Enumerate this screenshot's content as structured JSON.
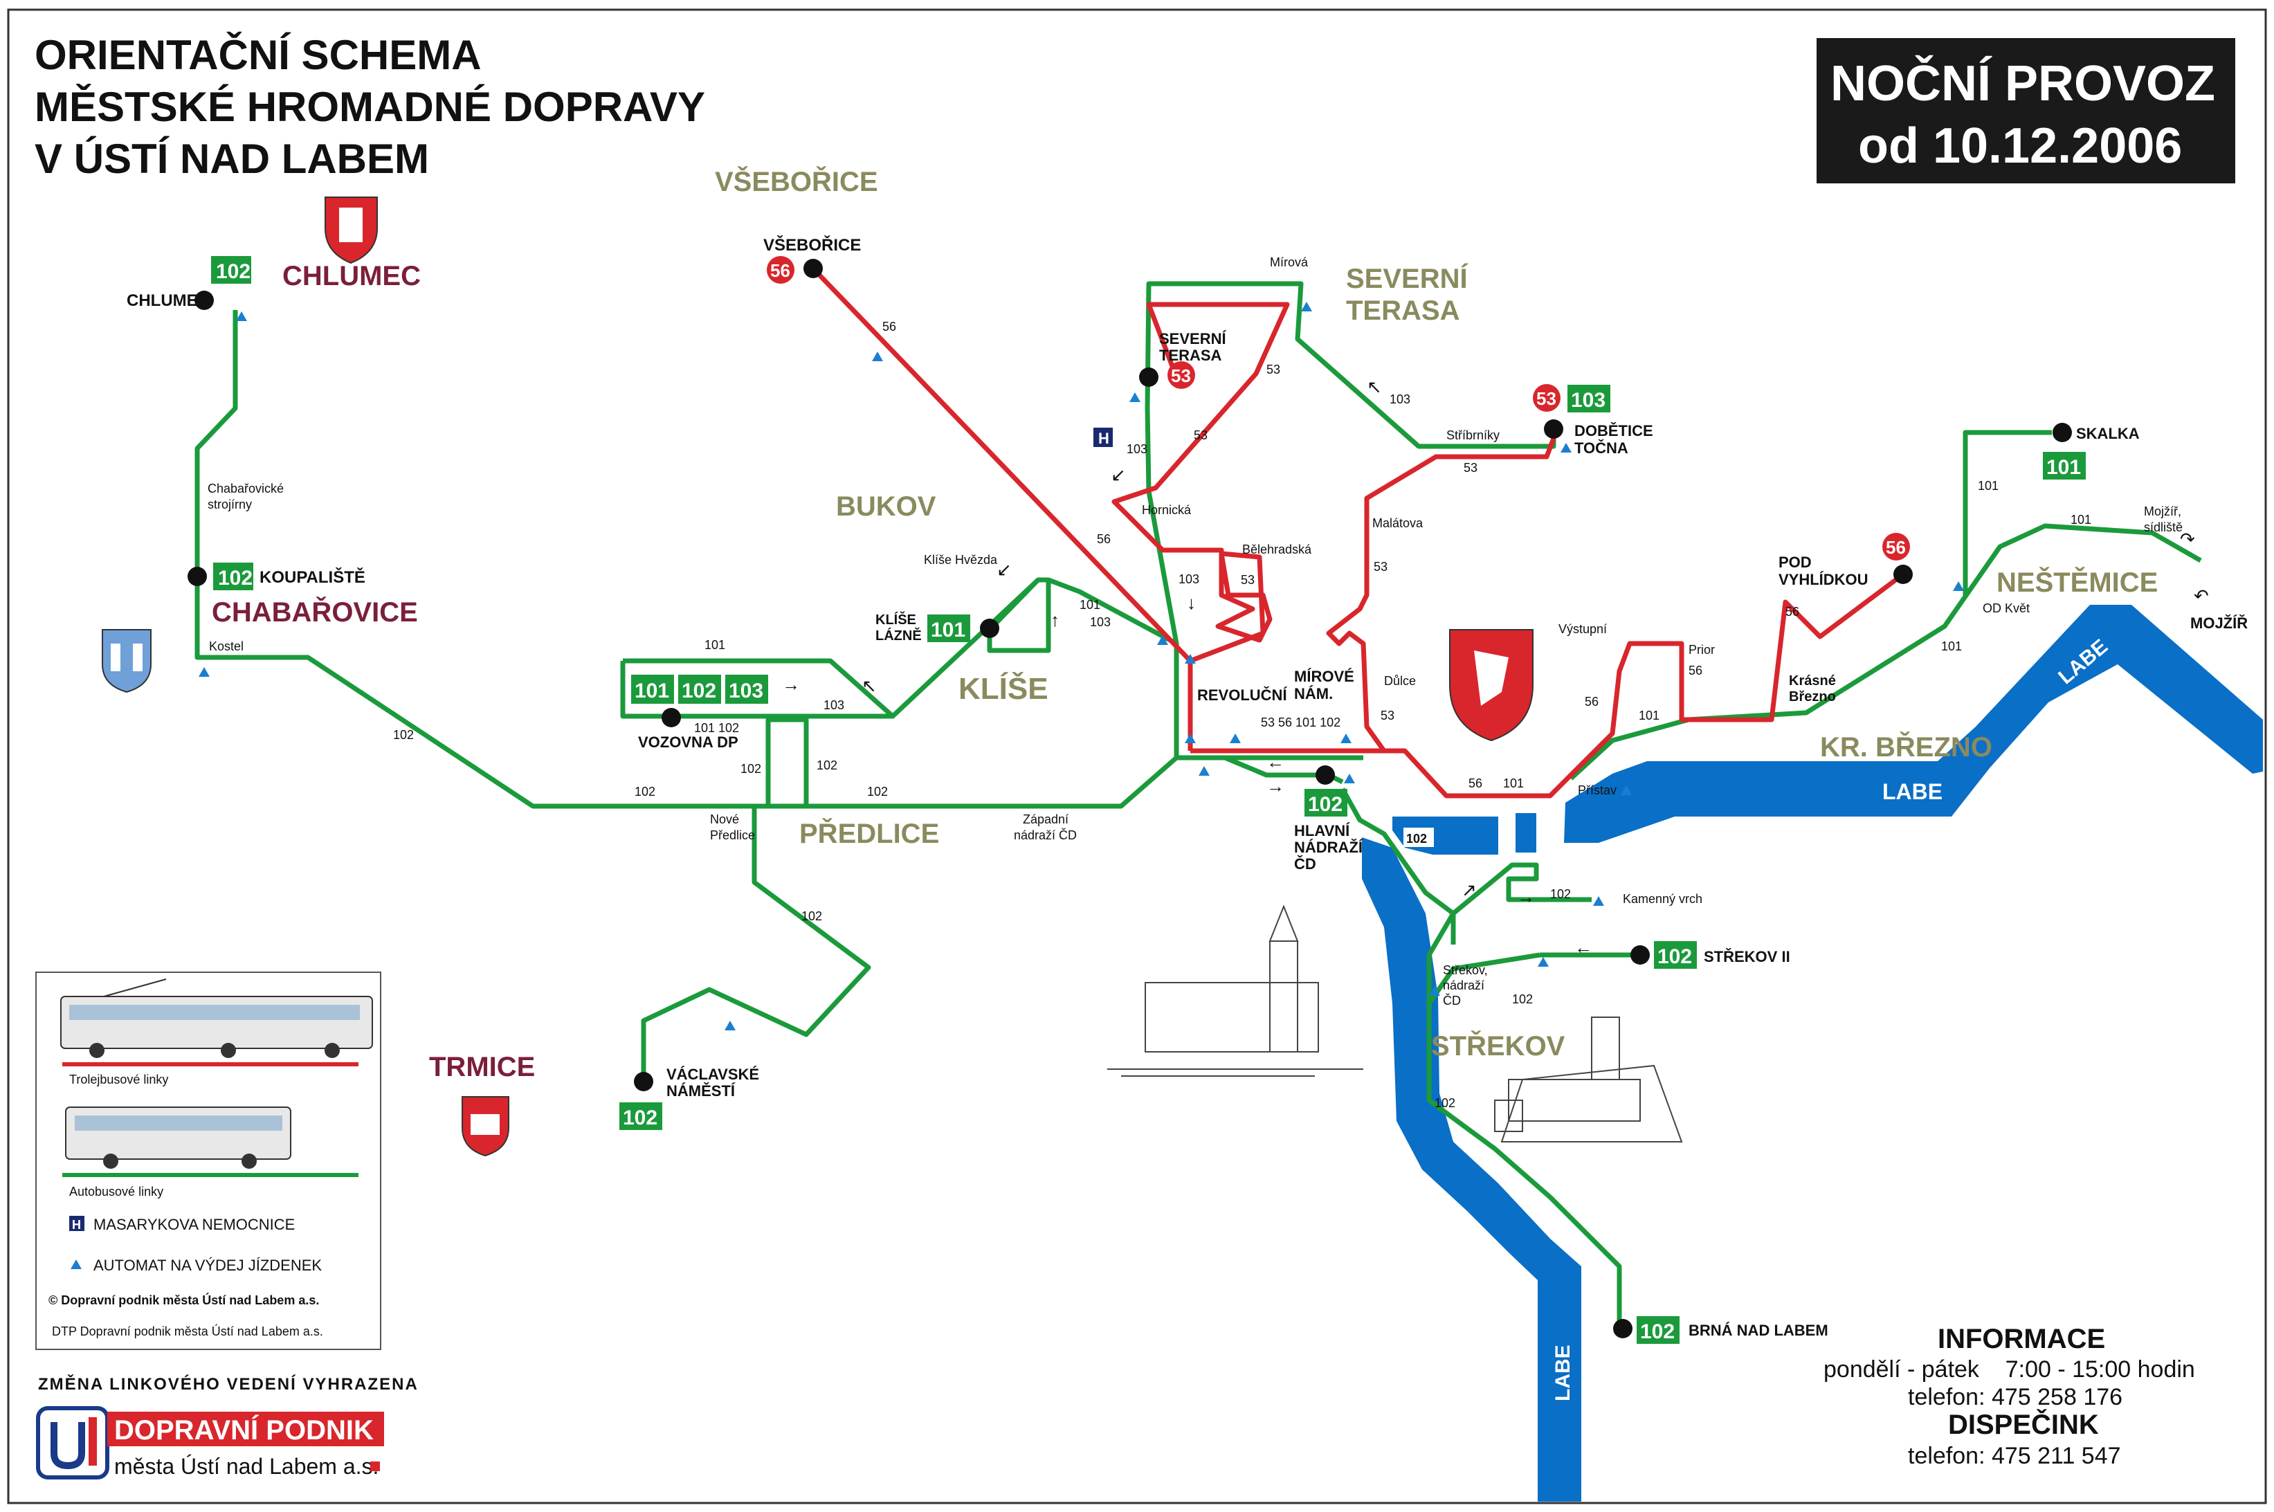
{
  "header": {
    "title_lines": [
      "ORIENTAČNÍ SCHEMA",
      "MĚSTSKÉ HROMADNÉ DOPRAVY",
      "V ÚSTÍ NAD LABEM"
    ],
    "night_box_lines": [
      "NOČNÍ PROVOZ",
      "od 10.12.2006"
    ]
  },
  "districts": {
    "vseborice": "VŠEBOŘICE",
    "severni_terasa_1": "SEVERNÍ",
    "severni_terasa_2": "TERASA",
    "bukov": "BUKOV",
    "klise": "KLÍŠE",
    "predlice": "PŘEDLICE",
    "kr_brezno": "KR. BŘEZNO",
    "nestemice": "NEŠTĚMICE",
    "strekov": "STŘEKOV"
  },
  "towns": {
    "chlumec": "CHLUMEC",
    "chabarovice": "CHABAŘOVICE",
    "trmice": "TRMICE"
  },
  "stops": {
    "chlumec": "CHLUMEC",
    "koupaliste": "KOUPALIŠTĚ",
    "vseborice": "VŠEBOŘICE",
    "severni_terasa_1": "SEVERNÍ",
    "severni_terasa_2": "TERASA",
    "dobetice_1": "DOBĚTICE",
    "dobetice_2": "TOČNA",
    "skalka": "SKALKA",
    "pod_vyhlidkou_1": "POD",
    "pod_vyhlidkou_2": "VYHLÍDKOU",
    "klise_lazne_1": "KLÍŠE",
    "klise_lazne_2": "LÁZNĚ",
    "vozovna": "VOZOVNA DP",
    "revolucni": "REVOLUČNÍ",
    "mirove_1": "MÍROVÉ",
    "mirove_2": "NÁM.",
    "hlavni_1": "HLAVNÍ",
    "hlavni_2": "NÁDRAŽÍ",
    "hlavni_3": "ČD",
    "vaclavske_1": "VÁCLAVSKÉ",
    "vaclavske_2": "NÁMĚSTÍ",
    "strekov_ii": "STŘEKOV II",
    "brna": "BRNÁ NAD LABEM",
    "mojzir": "MOJŽÍŘ"
  },
  "minor_labels": {
    "chabarovicke_1": "Chabařovické",
    "chabarovicke_2": "strojírny",
    "kostel": "Kostel",
    "mirova": "Mírová",
    "stribrniky": "Stříbrníky",
    "malatova": "Malátova",
    "hornicka": "Hornická",
    "belehradska": "Bělehradská",
    "klise_hvezda": "Klíše Hvězda",
    "nove_predlice_1": "Nové",
    "nove_predlice_2": "Předlice",
    "zapadni_1": "Západní",
    "zapadni_2": "nádraží ČD",
    "dulce": "Důlce",
    "vystupni": "Výstupní",
    "prior": "Prior",
    "krasne_1": "Krásné",
    "krasne_2": "Březno",
    "pristav": "Přístav",
    "od_kvet": "OD Květ",
    "mojzir_sidl_1": "Mojžíř,",
    "mojzir_sidl_2": "sídliště",
    "kamenny_vrch": "Kamenný vrch",
    "strekov_nadr_1": "Střekov,",
    "strekov_nadr_2": "nádraží",
    "strekov_nadr_3": "ČD"
  },
  "line_numbers": {
    "l56": "56",
    "l53": "53",
    "l101": "101",
    "l102": "102",
    "l103": "103",
    "combo_main": "53  56  101  102",
    "combo_vozovna": "101 102"
  },
  "rivers": {
    "labe": "LABE"
  },
  "legend": {
    "trolleybus": "Trolejbusové linky",
    "bus": "Autobusové linky",
    "hospital_icon_letter": "H",
    "hospital": "MASARYKOVA NEMOCNICE",
    "ticket": "AUTOMAT NA VÝDEJ JÍZDENEK",
    "copyright": "© Dopravní podnik města Ústí nad Labem a.s.",
    "dtp": "DTP Dopravní podnik města Ústí nad Labem a.s.",
    "change_notice": "ZMĚNA LINKOVÉHO VEDENÍ VYHRAZENA"
  },
  "logo": {
    "line1": "DOPRAVNÍ PODNIK",
    "line2": "města Ústí nad Labem a.s."
  },
  "info": {
    "heading": "INFORMACE",
    "hours": "pondělí - pátek    7:00 - 15:00 hodin",
    "phone_info": "telefon: 475 258 176",
    "dispatch_heading": "DISPEČINK",
    "phone_dispatch": "telefon: 475 211 547"
  },
  "colors": {
    "bus_green": "#1b9a3c",
    "trolley_red": "#d8262c",
    "river_blue": "#0a6fc6",
    "district_olive": "#8b8a5e",
    "town_maroon": "#7a1f3a"
  }
}
